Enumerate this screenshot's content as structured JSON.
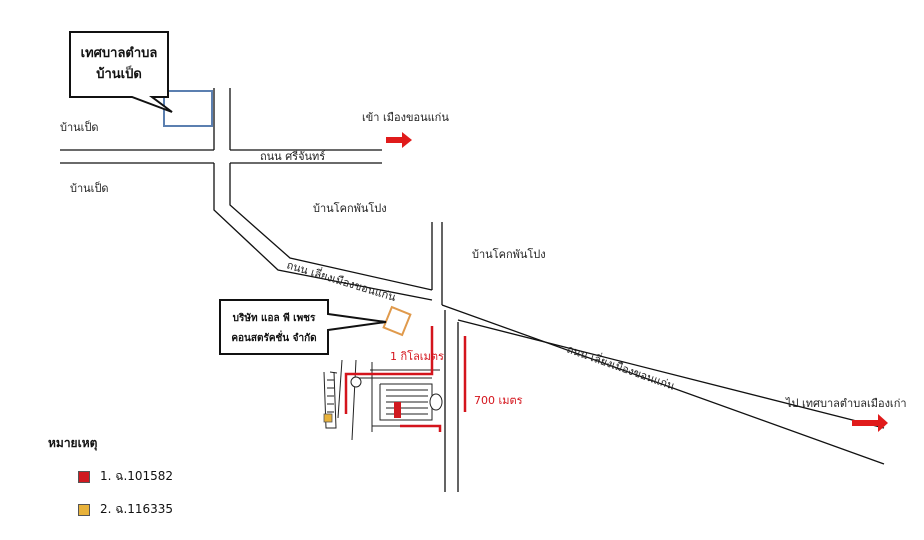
{
  "callouts": {
    "office_line1": "เทศบาลตำบล",
    "office_line2": "บ้านเป็ด",
    "company_line1": "บริษัท แอล พี เพชร",
    "company_line2": "คอนสตรัคชั่น จำกัด"
  },
  "labels": {
    "ban_ped_1": "บ้านเป็ด",
    "ban_ped_2": "บ้านเป็ด",
    "to_khon_kaen": "เข้า เมืองขอนแก่น",
    "sri_chan_road": "ถนน ศรีจันทร์",
    "ban_khok_1": "บ้านโคกพันโปง",
    "ban_khok_2": "บ้านโคกพันโปง",
    "bypass_road_1": "ถนน เลี่ยงเมืองขอนแก่น",
    "bypass_road_2": "ถนน เลี่ยงเมืองขอนแก่น",
    "to_muang_kao": "ไป เทศบาลตำบลเมืองเก่า",
    "dist_1km": "1 กิโลเมตร",
    "dist_700m": "700 เมตร"
  },
  "legend": {
    "title": "หมายเหตุ",
    "items": [
      {
        "label": "1. ฉ.101582",
        "color": "#d0191f"
      },
      {
        "label": "2. ฉ.116335",
        "color": "#e8b23a"
      }
    ]
  },
  "colors": {
    "arrow": "#e01b1b",
    "route": "#d4141c",
    "office_box": "#5b7fb0",
    "site_box": "#e09a4c"
  }
}
